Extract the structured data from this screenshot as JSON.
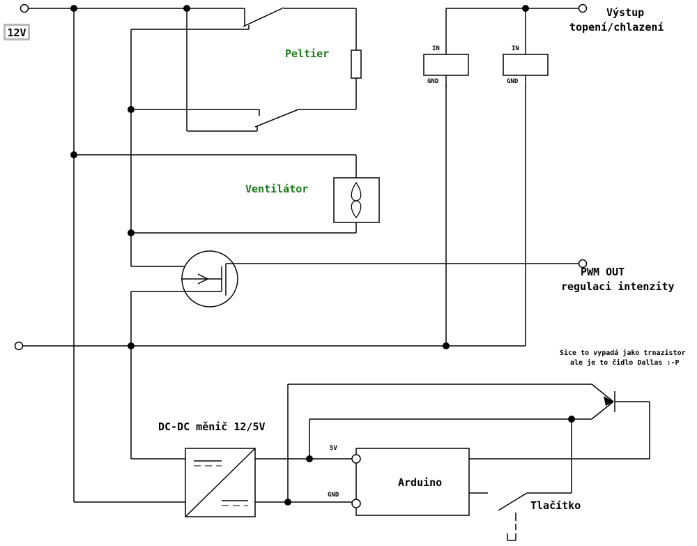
{
  "supply": {
    "label": "12V"
  },
  "peltier": {
    "label": "Peltier"
  },
  "fan": {
    "label": "Ventilátor"
  },
  "relays": {
    "in_label": "IN",
    "gnd_label": "GND"
  },
  "output": {
    "line1": "Výstup",
    "line2": "topení/chlazení"
  },
  "pwm": {
    "line1": "PWM OUT",
    "line2": "regulaci intenzity"
  },
  "sensor_note": {
    "line1": "Sice to vypadá jako trnazistor",
    "line2": "ale je to čidlo Dallas :-P"
  },
  "dcdc": {
    "label": "DC-DC měnič 12/5V"
  },
  "arduino": {
    "label": "Arduino",
    "pin_5v": "5V",
    "pin_gnd": "GND"
  },
  "button": {
    "label": "Tlačítko"
  },
  "colors": {
    "component_label": "#1a7a1a",
    "wire": "#000000",
    "badge_border": "#b8b8b8"
  }
}
